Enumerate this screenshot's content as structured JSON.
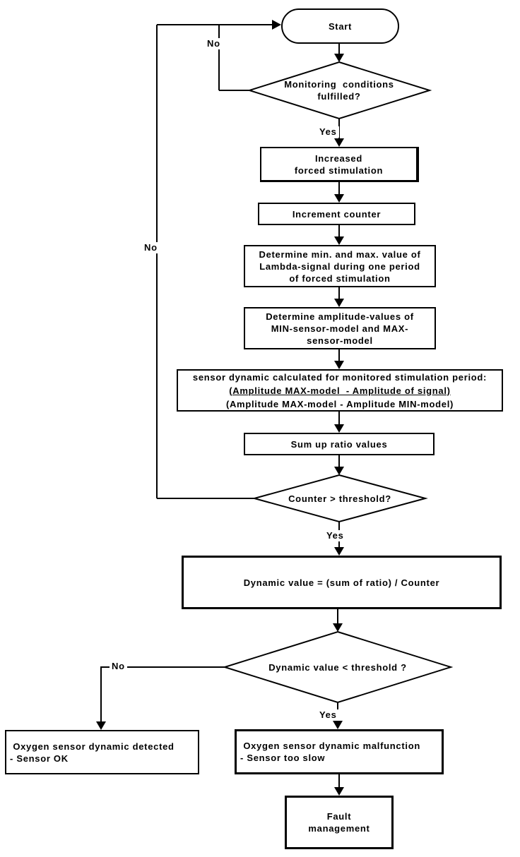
{
  "flowchart": {
    "start": {
      "label": "Start"
    },
    "decisions": {
      "monitoring": {
        "question": "Monitoring  conditions\nfulfilled?",
        "yes_label": "Yes",
        "no_label": "No"
      },
      "counter": {
        "question": "Counter > threshold?",
        "yes_label": "Yes",
        "no_label": "No"
      },
      "dynamic": {
        "question": "Dynamic value < threshold ?",
        "yes_label": "Yes",
        "no_label": "No"
      }
    },
    "processes": {
      "increase_stimulation": {
        "label": "Increased\nforced stimulation"
      },
      "increment_counter": {
        "label": "Increment counter"
      },
      "determine_min_max": {
        "label": "Determine min. and max. value of\nLambda-signal during one period\nof forced stimulation"
      },
      "determine_amplitude": {
        "label": "Determine amplitude-values of\nMIN-sensor-model and MAX-\nsensor-model"
      },
      "sensor_dynamic": {
        "intro": "sensor dynamic calculated for monitored stimulation period:",
        "numerator": "(Amplitude MAX-model  - Amplitude of signal)",
        "denominator": "(Amplitude MAX-model - Amplitude MIN-model)"
      },
      "sum_ratio": {
        "label": "Sum up ratio values"
      },
      "dynamic_value": {
        "label": "Dynamic value = (sum of ratio) / Counter"
      }
    },
    "results": {
      "sensor_ok": {
        "label": " Oxygen sensor dynamic detected\n- Sensor OK"
      },
      "sensor_slow": {
        "label": " Oxygen sensor dynamic malfunction\n- Sensor too slow"
      },
      "fault_management": {
        "label": "Fault\nmanagement"
      }
    },
    "colors": {
      "line": "#000000",
      "background": "#ffffff"
    }
  }
}
